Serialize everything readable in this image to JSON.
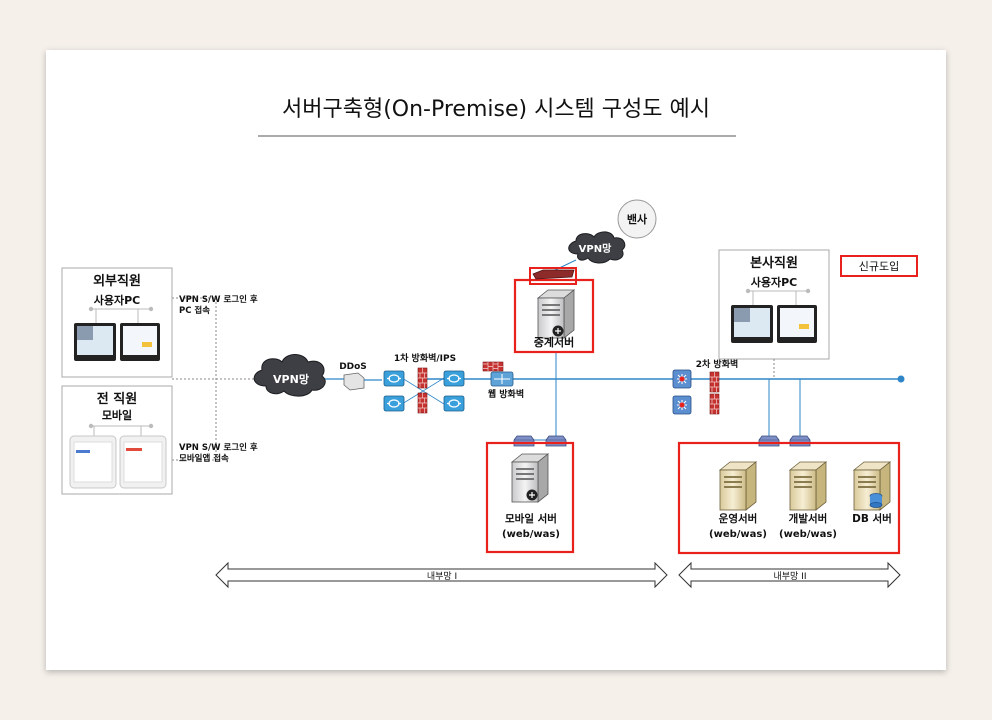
{
  "title": "서버구축형(On-Premise) 시스템 구성도 예시",
  "new_intro_label": "신규도입",
  "groups": {
    "external": {
      "title": "외부직원",
      "subtitle": "사용자PC",
      "note_line1": "VPN S/W 로그인 후",
      "note_line2": "PC 접속"
    },
    "all_staff": {
      "title": "전 직원",
      "subtitle": "모바일",
      "note_line1": "VPN S/W 로그인 후",
      "note_line2": "모바일앱 접속"
    },
    "hq": {
      "title": "본사직원",
      "subtitle": "사용자PC"
    }
  },
  "cloud_left": "VPN망",
  "cloud_top": "VPN망",
  "bank": "밴사",
  "ddos": "DDoS",
  "firewall1": "1차 방화벽/IPS",
  "firewall2": "2차 방화벽",
  "web_firewall": "웹 방화벽",
  "servers": {
    "relay": "중계서버",
    "mobile": {
      "name": "모바일 서버",
      "sub": "(web/was)"
    },
    "ops": {
      "name": "운영서버",
      "sub": "(web/was)"
    },
    "dev": {
      "name": "개발서버",
      "sub": "(web/was)"
    },
    "db": {
      "name": "DB 서버"
    }
  },
  "network": {
    "internal1": "내부망 I",
    "internal2": "내부망 II"
  },
  "colors": {
    "accent_red": "#e8211c",
    "backbone": "#2e86c9",
    "server_white": "#e9e9ea",
    "server_beige": "#ece0bd"
  }
}
